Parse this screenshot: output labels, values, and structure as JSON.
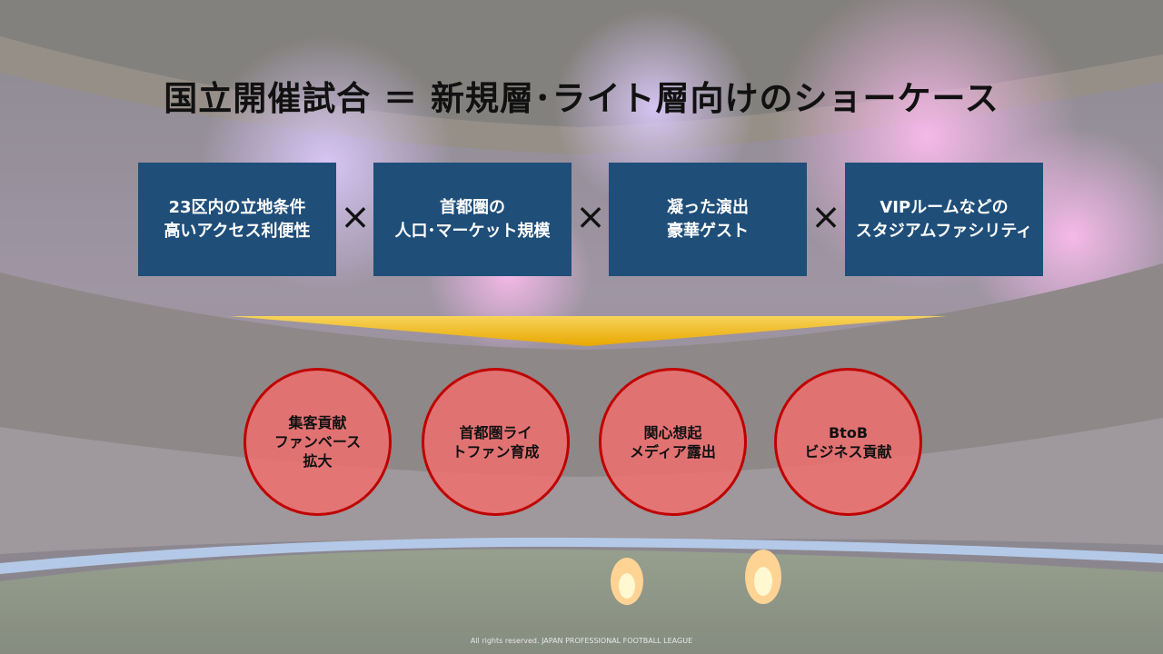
{
  "title": "国立開催試合 ＝ 新規層･ライト層向けのショーケース",
  "factors": [
    {
      "line1": "23区内の立地条件",
      "line2": "高いアクセス利便性"
    },
    {
      "line1": "首都圏の",
      "line2": "人口･マーケット規模"
    },
    {
      "line1": "凝った演出",
      "line2": "豪華ゲスト"
    },
    {
      "line1": "VIPルームなどの",
      "line2": "スタジアムファシリティ"
    }
  ],
  "multiply_symbol": "×",
  "outcomes": [
    {
      "line1": "集客貢献",
      "line2": "ファンベース",
      "line3": "拡大"
    },
    {
      "line1": "首都圏ライ",
      "line2": "トファン育成"
    },
    {
      "line1": "関心想起",
      "line2": "メディア露出"
    },
    {
      "line1": "BtoB",
      "line2": "ビジネス貢献"
    }
  ],
  "copyright": "All rights reserved. JAPAN PROFESSIONAL FOOTBALL LEAGUE",
  "colors": {
    "factor_box": "#1f4e79",
    "outcome_fill": "#f06e6e",
    "outcome_border": "#c00000",
    "funnel": "#f2b90c"
  }
}
